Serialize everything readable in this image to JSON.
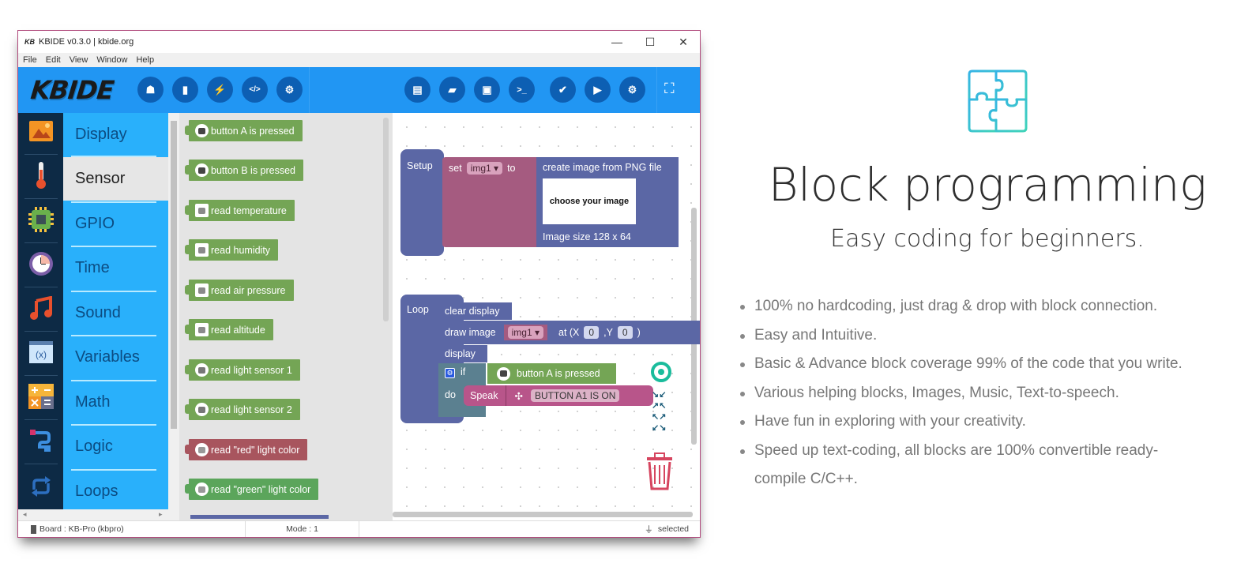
{
  "window": {
    "title": "KBIDE v0.3.0 | kbide.org",
    "logo_small": "KB",
    "controls": {
      "minimize": "—",
      "maximize": "☐",
      "close": "✕"
    }
  },
  "menu": [
    "File",
    "Edit",
    "View",
    "Window",
    "Help"
  ],
  "toolbar": {
    "brand": "KBIDE",
    "left_buttons": [
      {
        "name": "board-icon",
        "glyph": "☗"
      },
      {
        "name": "chip-icon",
        "glyph": "▮"
      },
      {
        "name": "plugin-icon",
        "glyph": "⚡"
      },
      {
        "name": "code-icon",
        "glyph": "</>"
      },
      {
        "name": "settings-icon",
        "glyph": "⚙"
      }
    ],
    "right_buttons": [
      {
        "name": "new-file-icon",
        "glyph": "▤"
      },
      {
        "name": "open-folder-icon",
        "glyph": "▰"
      },
      {
        "name": "save-icon",
        "glyph": "▣"
      },
      {
        "name": "terminal-icon",
        "glyph": ">_"
      },
      {
        "name": "compile-icon",
        "glyph": "✔"
      },
      {
        "name": "run-icon",
        "glyph": "▶"
      },
      {
        "name": "gears-icon",
        "glyph": "⚙"
      }
    ],
    "fullscreen_glyph": "⛶"
  },
  "categories": [
    {
      "label": "Display",
      "icon": "display-icon",
      "active": false
    },
    {
      "label": "Sensor",
      "icon": "thermometer-icon",
      "active": true
    },
    {
      "label": "GPIO",
      "icon": "chip-icon",
      "active": false
    },
    {
      "label": "Time",
      "icon": "clock-icon",
      "active": false
    },
    {
      "label": "Sound",
      "icon": "music-note-icon",
      "active": false
    },
    {
      "label": "Variables",
      "icon": "variable-icon",
      "active": false
    },
    {
      "label": "Math",
      "icon": "calculator-icon",
      "active": false
    },
    {
      "label": "Logic",
      "icon": "logic-icon",
      "active": false
    },
    {
      "label": "Loops",
      "icon": "loop-icon",
      "active": false
    }
  ],
  "flyout_blocks": [
    {
      "label": "button A is pressed",
      "color": "#74a555"
    },
    {
      "label": "button B is pressed",
      "color": "#74a555"
    },
    {
      "label": "read temperature",
      "color": "#74a555"
    },
    {
      "label": "read humidity",
      "color": "#74a555"
    },
    {
      "label": "read air pressure",
      "color": "#74a555"
    },
    {
      "label": "read altitude",
      "color": "#74a555"
    },
    {
      "label": "read light sensor 1",
      "color": "#74a555"
    },
    {
      "label": "read light sensor 2",
      "color": "#74a555"
    },
    {
      "label": "read \"red\" light color",
      "color": "#a8555e"
    },
    {
      "label": "read \"green\" light color",
      "color": "#5ba55b"
    }
  ],
  "workspace": {
    "setup": {
      "hat": "Setup",
      "set": "set",
      "var": "img1 ▾",
      "to": "to",
      "create": "create image from PNG file",
      "choose": "choose your image",
      "size": "Image size 128 x 64"
    },
    "loop": {
      "hat": "Loop",
      "clear": "clear display",
      "draw": "draw image",
      "var": "img1 ▾",
      "at_x": "at (X",
      "x_val": "0",
      "y_label": ",Y",
      "y_val": "0",
      "close_paren": ")",
      "display": "display",
      "if": "if",
      "cond": "button A is pressed",
      "do": "do",
      "speak": "Speak",
      "speak_text": "BUTTON A1 IS ON"
    }
  },
  "statusbar": {
    "board": "Board : KB-Pro (kbpro)",
    "mode": "Mode : 1",
    "selected": "selected"
  },
  "feature": {
    "title": "Block programming",
    "subtitle": "Easy coding for beginners.",
    "bullets": [
      "100% no hardcoding, just drag & drop with block connection.",
      "Easy and Intuitive.",
      "Basic & Advance block coverage 99% of the code that you write.",
      "Various helping blocks, Images, Music, Text-to-speech.",
      "Have fun in exploring with your creativity.",
      "Speed up text-coding, all blocks are 100% convertible ready-compile C/C++."
    ]
  },
  "colors": {
    "toolbar": "#2196f3",
    "toolbar_button": "#0d5fb3",
    "category_bg": "#29b0fb",
    "icon_column": "#0d2a45",
    "hat_block": "#5b67a5",
    "set_block": "#a55b80",
    "sensor_block": "#74a555",
    "puzzle_icon": "#3cc3d0"
  }
}
